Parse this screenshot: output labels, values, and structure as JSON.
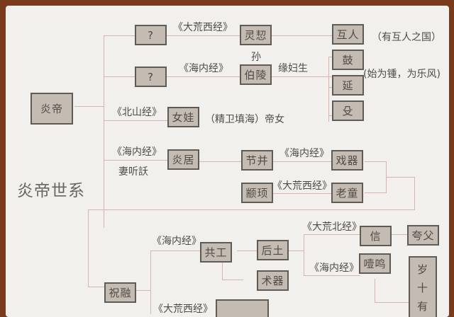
{
  "title": "炎帝世系",
  "colors": {
    "frame": "#7a3a1c",
    "paper": "#f1f0ec",
    "box_fill": "#c4bcb2",
    "box_border": "#5e5a56",
    "connector": "#d9b4ac",
    "text": "#4f4a46"
  },
  "nodes": {
    "yandi": "炎帝",
    "unknown1": "?",
    "unknown2": "?",
    "lingjie": "灵恝",
    "huren": "互人",
    "boling": "伯陵",
    "gu": "鼓",
    "yan": "延",
    "shu": "殳",
    "nuwa": "女娃",
    "yanju": "炎居",
    "jiebing": "节并",
    "zhuanxu": "颛顼",
    "xiqi": "戏器",
    "laotong": "老童",
    "zhurong": "祝融",
    "gonggong": "共工",
    "houtu": "后土",
    "shuqi": "术器",
    "xin": "信",
    "kuafu": "夸父",
    "yeming": "噎鸣",
    "suishiyou": [
      "岁",
      "十",
      "有"
    ]
  },
  "labels": {
    "dahuangxijing_1": "《大荒西经》",
    "haineijing_1": "《海内经》",
    "beishanjing": "《北山经》",
    "haineijing_2": "《海内经》",
    "haineijing_3": "《海内经》",
    "dahuangxijing_2": "《大荒西经》",
    "dahuangbeijing": "《大荒北经》",
    "haineijing_4": "《海内经》",
    "haineijing_5": "《海内经》",
    "dahuangxijing_3": "《大荒西经》",
    "sun": "孙",
    "yuanfusheng": "缘妇生",
    "huren_note": "（有互人之国）",
    "gu_note": "(始为锺，为乐风)",
    "nuwa_note": "（精卫填海）帝女",
    "qitingyao": "妻听訞"
  }
}
